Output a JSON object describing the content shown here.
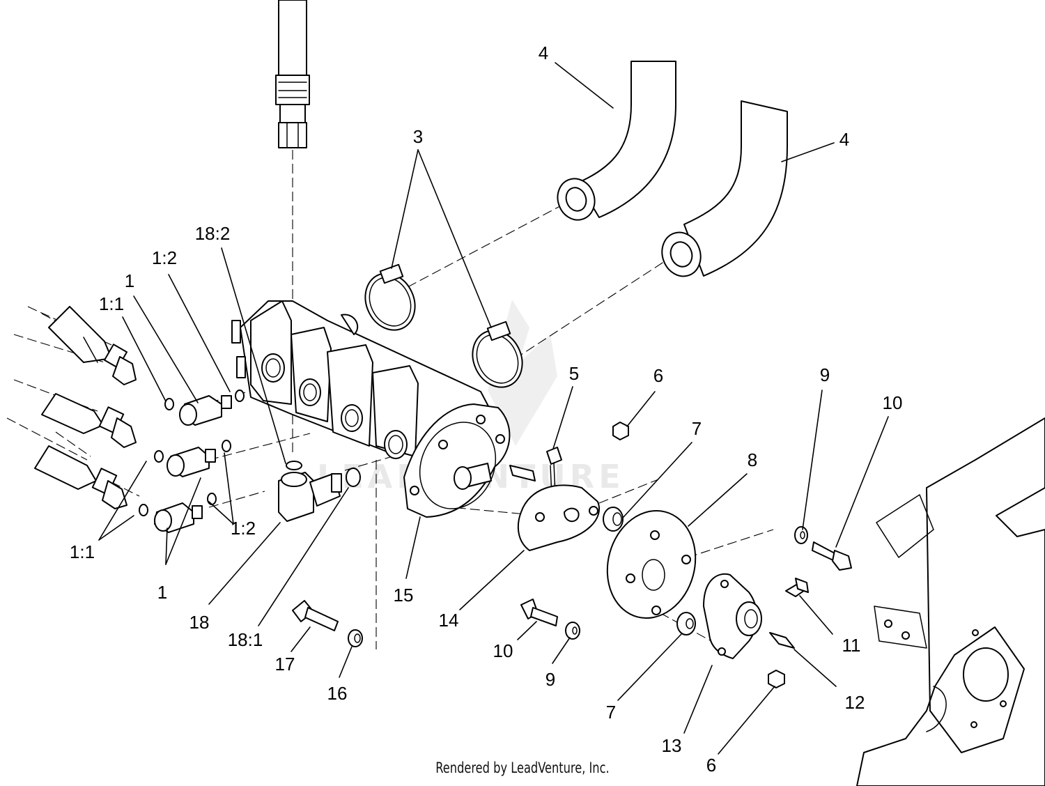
{
  "callouts": {
    "c1_top": "1",
    "c1_bottom": "1",
    "c1_1_top": "1:1",
    "c1_1_bottom": "1:1",
    "c1_2_top": "1:2",
    "c1_2_bottom": "1:2",
    "c3": "3",
    "c4_left": "4",
    "c4_right": "4",
    "c5": "5",
    "c6_top": "6",
    "c6_bottom": "6",
    "c7_top": "7",
    "c7_bottom": "7",
    "c8": "8",
    "c9_right": "9",
    "c9_left": "9",
    "c10_right": "10",
    "c10_left": "10",
    "c11": "11",
    "c12": "12",
    "c13": "13",
    "c14": "14",
    "c15": "15",
    "c16": "16",
    "c17": "17",
    "c18": "18",
    "c18_1": "18:1",
    "c18_2": "18:2"
  },
  "watermark": "LEADVENTURE",
  "footer": "Rendered by LeadVenture, Inc."
}
